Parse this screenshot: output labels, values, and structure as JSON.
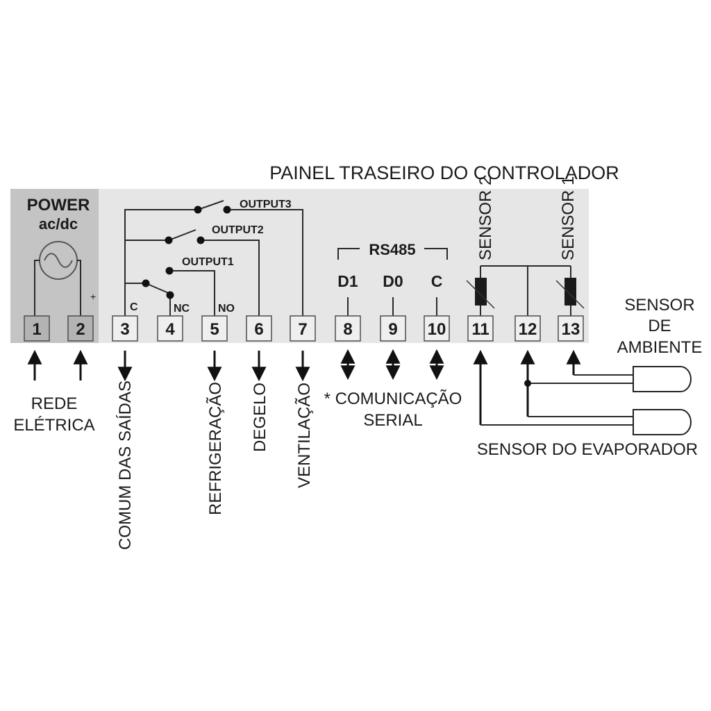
{
  "title": "PAINEL TRASEIRO DO CONTROLADOR",
  "power": {
    "title": "POWER",
    "subtitle": "ac/dc",
    "plus": "+"
  },
  "terminals": [
    "1",
    "2",
    "3",
    "4",
    "5",
    "6",
    "7",
    "8",
    "9",
    "10",
    "11",
    "12",
    "13"
  ],
  "contacts": {
    "c": "C",
    "nc": "NC",
    "no": "NO"
  },
  "outputs": [
    "OUTPUT1",
    "OUTPUT2",
    "OUTPUT3"
  ],
  "rs485": {
    "title": "RS485",
    "d1": "D1",
    "d0": "D0",
    "c": "C"
  },
  "sensors": {
    "sensor2": "SENSOR 2",
    "sensor1": "SENSOR 1"
  },
  "labels": {
    "rede_line1": "REDE",
    "rede_line2": "ELÉTRICA",
    "comum": "COMUM DAS SAÍDAS",
    "refrigeracao": "REFRIGERAÇÃO",
    "degelo": "DEGELO",
    "ventilacao": "VENTILAÇÃO",
    "comunicacao_line1": "* COMUNICAÇÃO",
    "comunicacao_line2": "SERIAL",
    "sensor_ambiente_line1": "SENSOR",
    "sensor_ambiente_line2": "DE",
    "sensor_ambiente_line3": "AMBIENTE",
    "sensor_evaporador": "SENSOR DO EVAPORADOR"
  }
}
